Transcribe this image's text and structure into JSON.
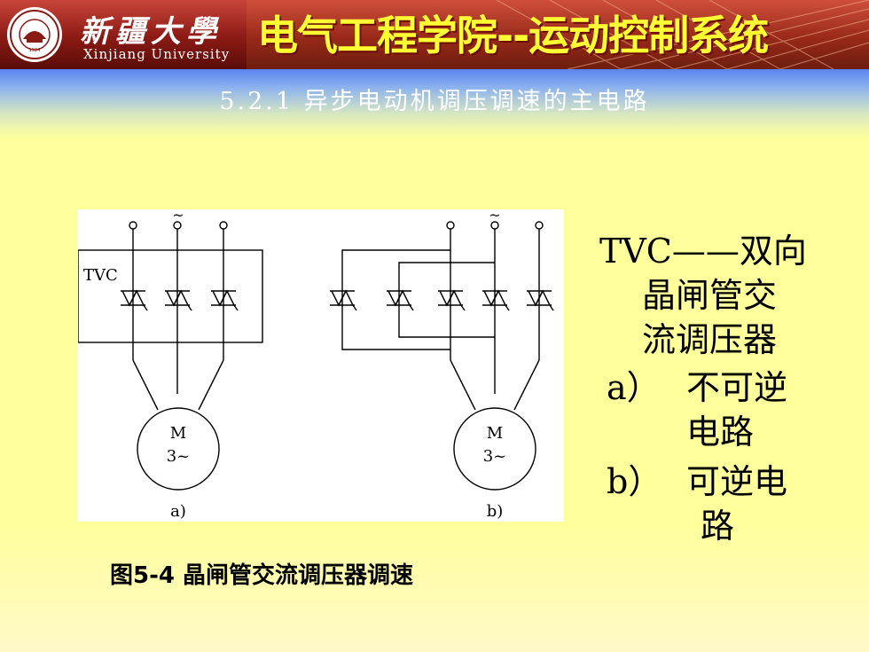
{
  "header": {
    "university_cn": "新疆大學",
    "university_en": "Xinjiang University",
    "course_title": "电气工程学院--运动控制系统"
  },
  "section_title": "5.2.1 异步电动机调压调速的主电路",
  "figure": {
    "tvc_label": "TVC",
    "motor_label_line1": "M",
    "motor_label_line2": "3~",
    "tilde": "~",
    "label_a": "a)",
    "label_b": "b)"
  },
  "caption": "图5-4  晶闸管交流调压器调速",
  "side_text": {
    "tvc_def_line1": "TVC——双向",
    "tvc_def_line2": "晶闸管交",
    "tvc_def_line3": "流调压器",
    "a_marker": "a）",
    "a_text_line1": "不可逆",
    "a_text_line2": "电路",
    "b_marker": "b）",
    "b_text_line1": "可逆电",
    "b_text_line2": "路"
  }
}
